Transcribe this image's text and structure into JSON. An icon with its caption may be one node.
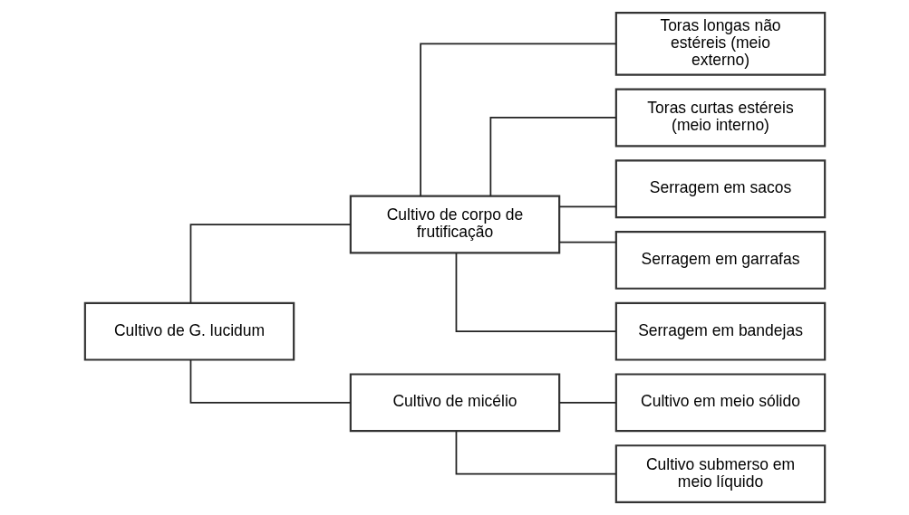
{
  "diagram": {
    "nodes": [
      {
        "text": [
          "Cultivo de G. lucidum"
        ]
      },
      {
        "text": [
          "Cultivo de corpo de frutificação"
        ]
      },
      {
        "text": [
          "Cultivo de micélio"
        ]
      },
      {
        "text": [
          "Toras longas não estéreis (meio externo)"
        ]
      },
      {
        "text": [
          "Toras curtas estéreis (meio interno)"
        ]
      },
      {
        "text": [
          "Serragem em sacos"
        ]
      },
      {
        "text": [
          "Serragem em garrafas"
        ]
      },
      {
        "text": [
          "Serragem em bandejas"
        ]
      },
      {
        "text": [
          "Cultivo em meio sólido"
        ]
      },
      {
        "text": [
          "Cultivo submerso em meio líquido"
        ]
      }
    ],
    "edges": [
      {
        "from": 0,
        "to": 1,
        "arrow": "none"
      },
      {
        "from": 0,
        "to": 2,
        "arrow": "none"
      },
      {
        "from": 1,
        "to": 3,
        "arrow": "none"
      },
      {
        "from": 1,
        "to": 4,
        "arrow": "none"
      },
      {
        "from": 1,
        "to": 5,
        "arrow": "none"
      },
      {
        "from": 1,
        "to": 6,
        "arrow": "none"
      },
      {
        "from": 1,
        "to": 7,
        "arrow": "none"
      },
      {
        "from": 2,
        "to": 8,
        "arrow": "none"
      },
      {
        "from": 2,
        "to": 9,
        "arrow": "none"
      }
    ]
  }
}
